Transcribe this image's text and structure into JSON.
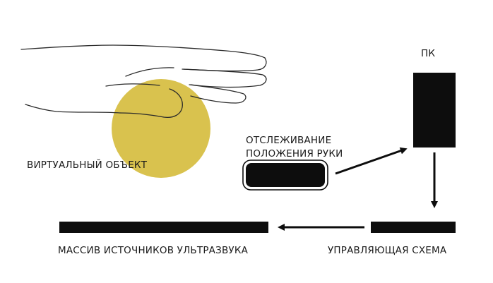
{
  "labels": {
    "virtual_object": "ВИРТУАЛЬНЫЙ ОБЪЕКТ",
    "hand_tracking_line1": "ОТСЛЕЖИВАНИЕ",
    "hand_tracking_line2": "ПОЛОЖЕНИЯ РУКИ",
    "pc": "ПК",
    "ultrasound_array": "МАССИВ ИСТОЧНИКОВ УЛЬТРАЗВУКА",
    "control_circuit": "УПРАВЛЯЮЩАЯ СХЕМА"
  },
  "colors": {
    "virtual_object_fill": "#d9c24e",
    "block_fill": "#0d0d0d",
    "hand_outline": "#2a2a2a"
  },
  "icons": {
    "hand": "hand-outline-icon",
    "virtual_object": "yellow-sphere-icon"
  }
}
